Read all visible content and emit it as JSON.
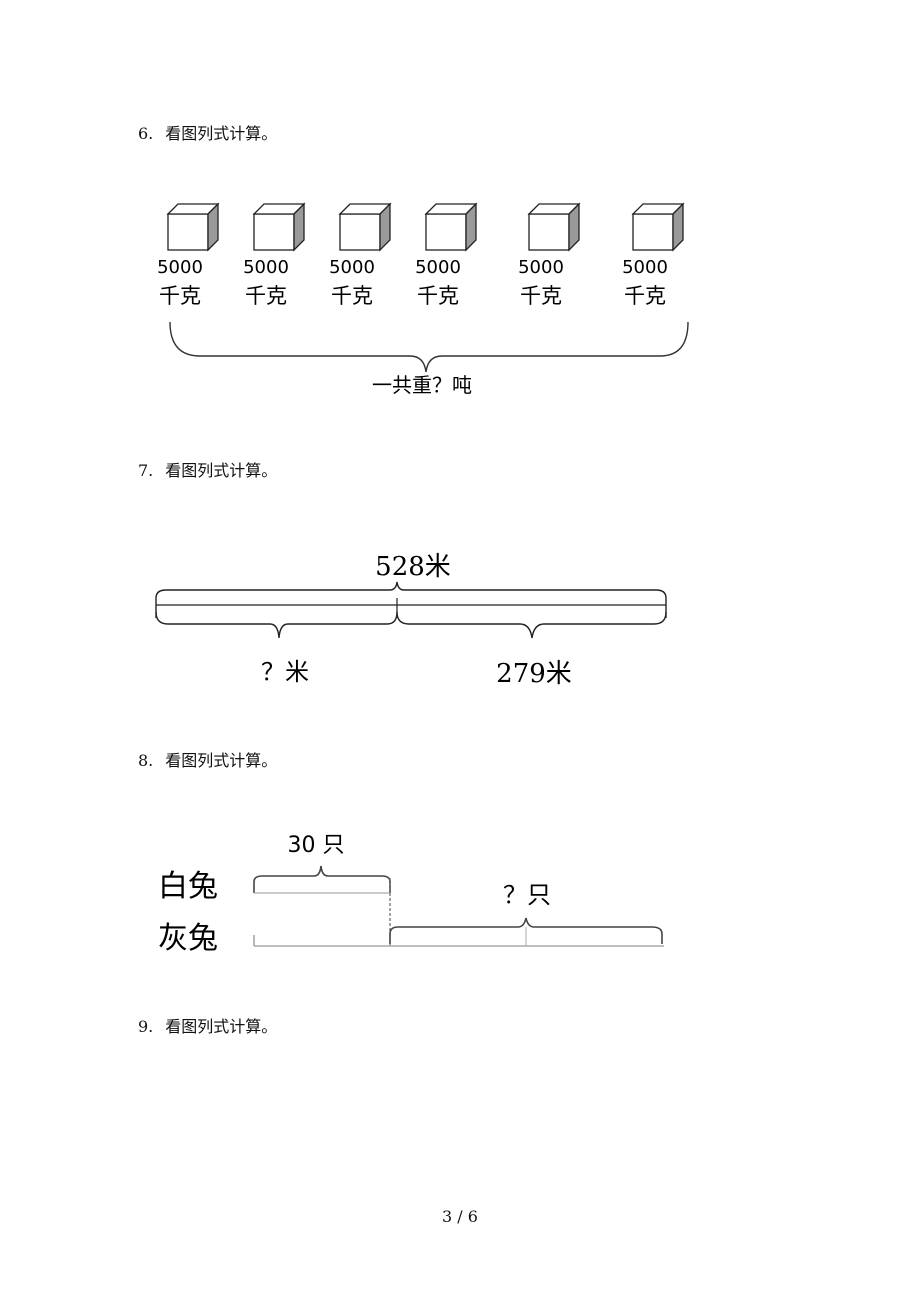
{
  "questions": [
    {
      "number": "6.",
      "text": "看图列式计算。"
    },
    {
      "number": "7.",
      "text": "看图列式计算。"
    },
    {
      "number": "8.",
      "text": "看图列式计算。"
    },
    {
      "number": "9.",
      "text": "看图列式计算。"
    }
  ],
  "q6": {
    "box_weight": "5000",
    "box_unit": "千克",
    "box_count": 6,
    "total_label": "一共重？吨"
  },
  "q7": {
    "total_label": "528米",
    "left_label": "？米",
    "right_label": "279米"
  },
  "q8": {
    "row1_label": "白兔",
    "row2_label": "灰兔",
    "white_label": "30 只",
    "extra_label": "？只"
  },
  "footer": {
    "page": "3 / 6"
  }
}
